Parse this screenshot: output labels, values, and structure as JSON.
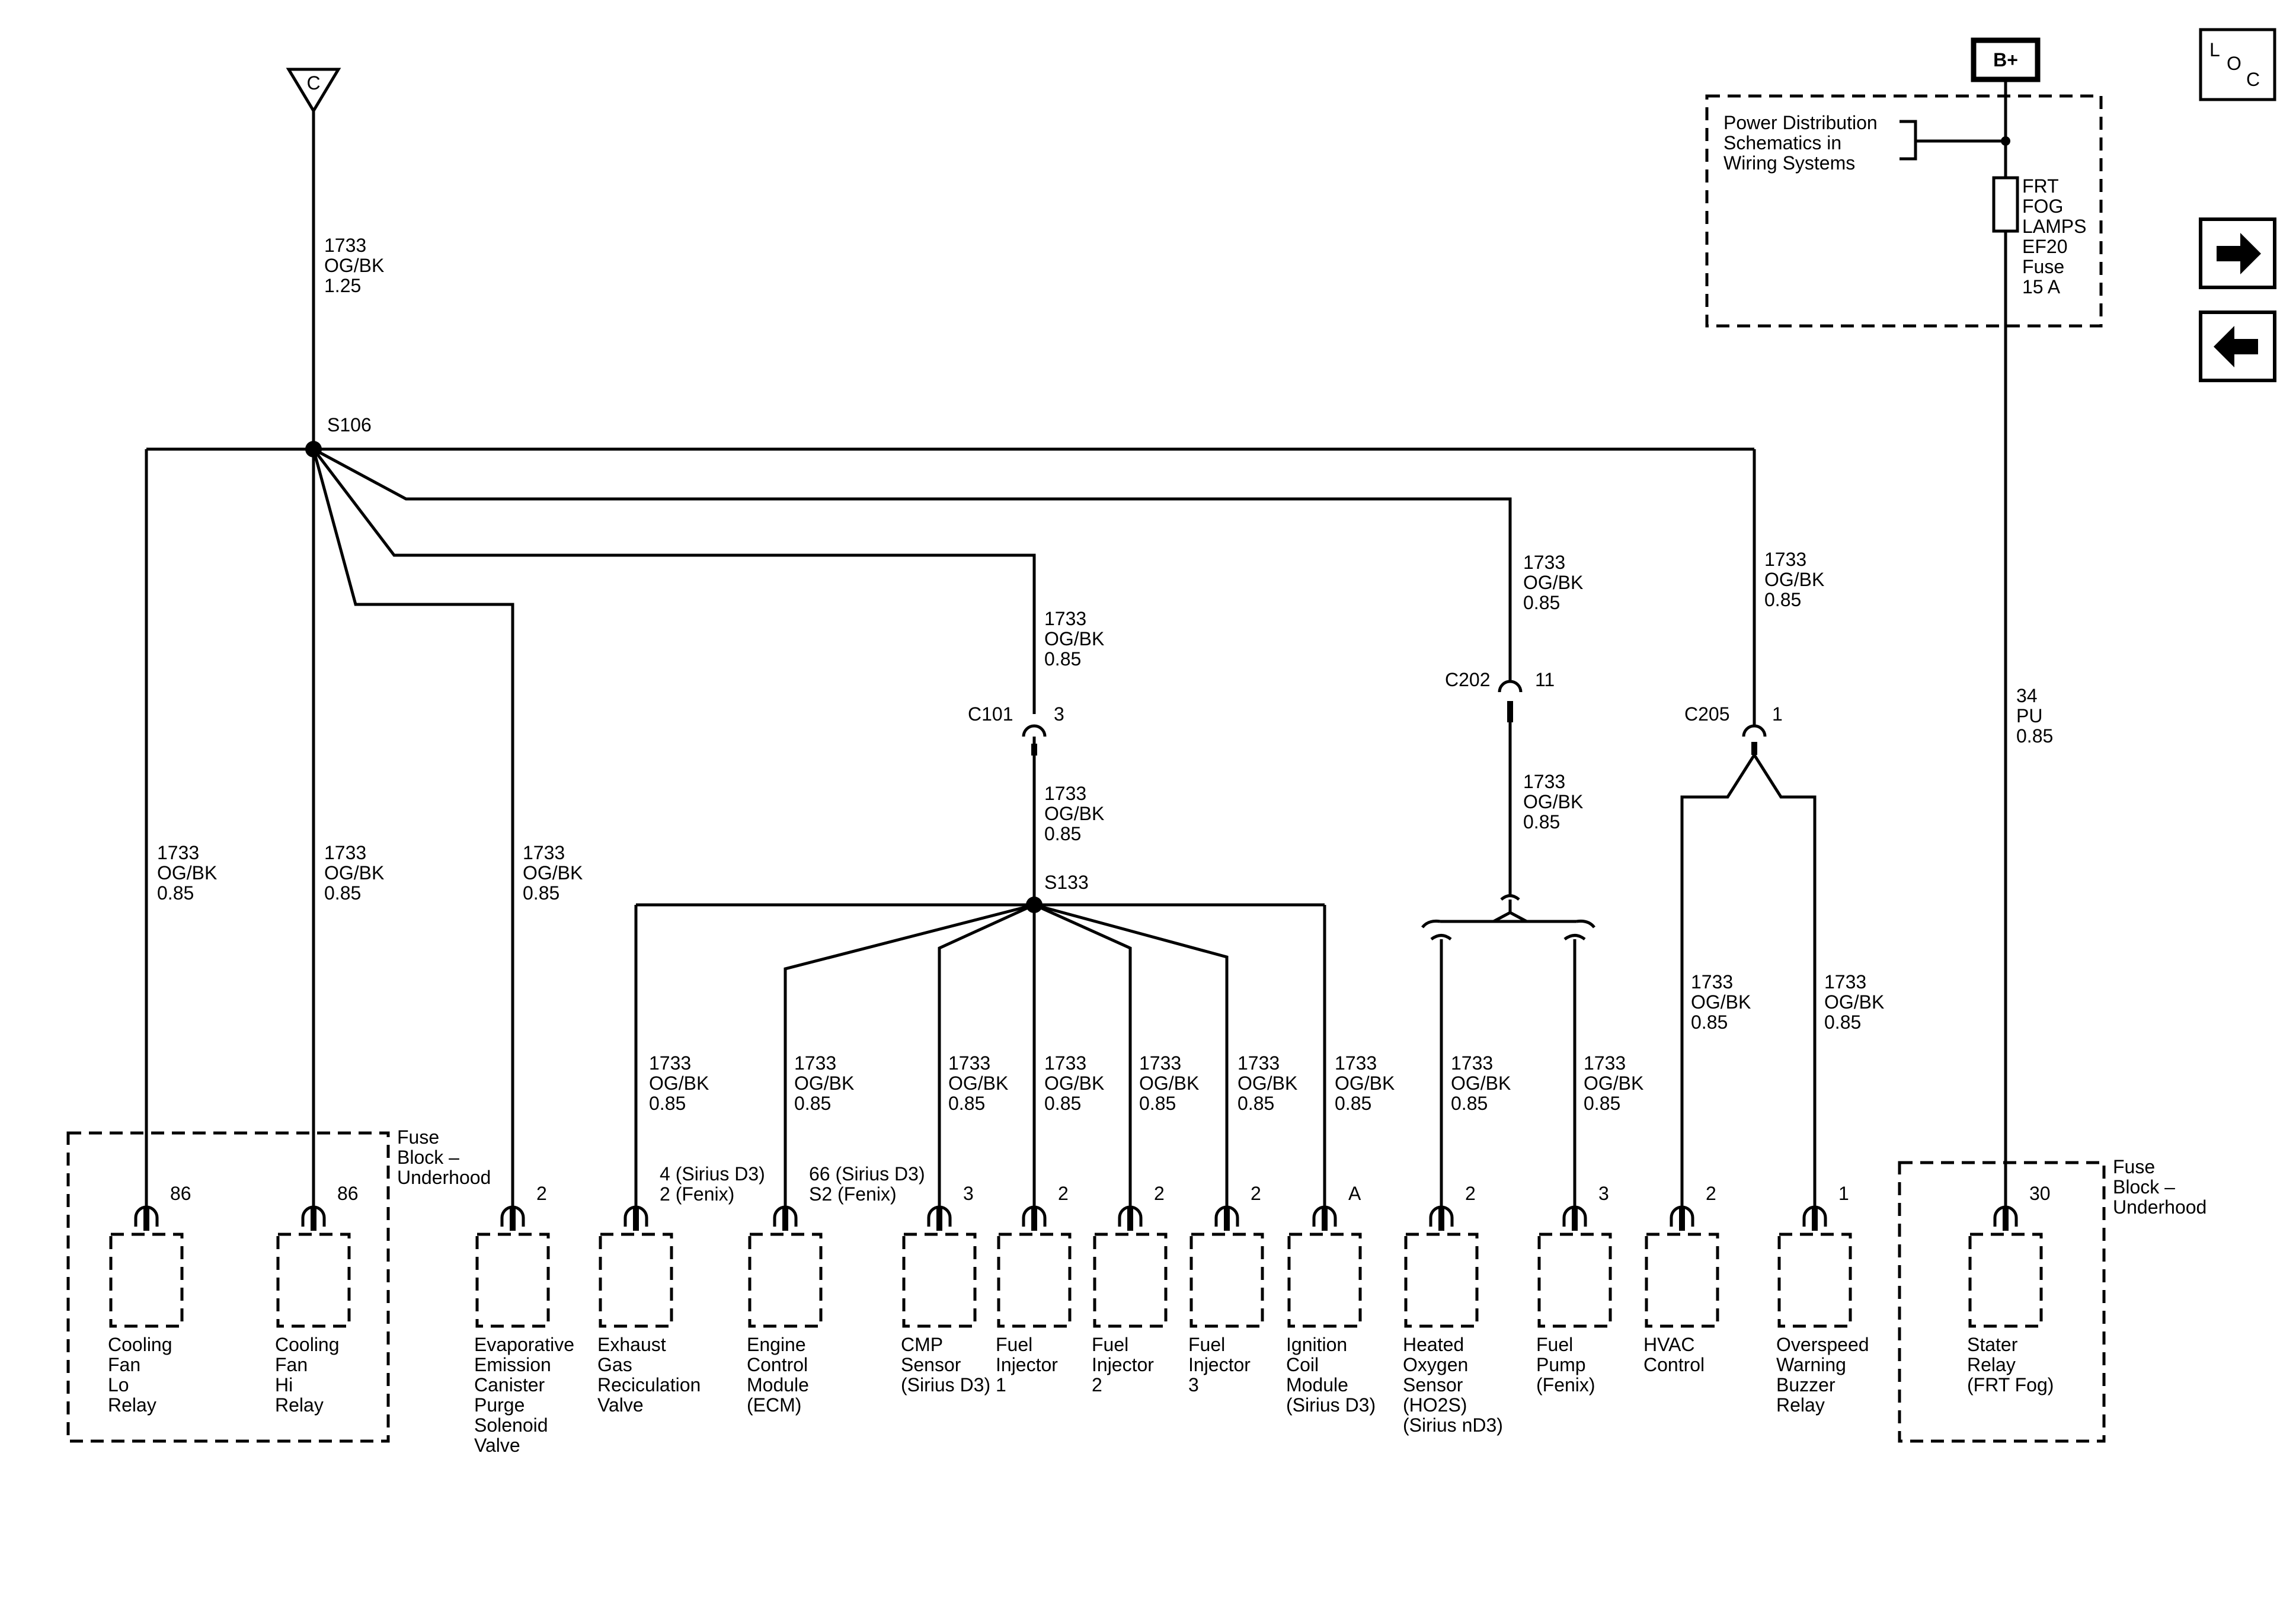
{
  "colors": {
    "ink": "#000000",
    "background": "#ffffff"
  },
  "ground_ref": "C",
  "power": {
    "label": "B+",
    "box_text": [
      "Power Distribution",
      "Schematics in",
      "Wiring Systems"
    ],
    "fuse_text": [
      "FRT",
      "FOG",
      "LAMPS",
      "EF20",
      "Fuse",
      "15 A"
    ]
  },
  "loc_icon": "LOC",
  "nav": {
    "forward_icon": "arrow-right-icon",
    "back_icon": "arrow-left-icon"
  },
  "splices": {
    "s106": "S106",
    "s133": "S133"
  },
  "connectors": {
    "c101": {
      "name": "C101",
      "pin": "3"
    },
    "c202": {
      "name": "C202",
      "pin": "11"
    },
    "c205": {
      "name": "C205",
      "pin": "1"
    }
  },
  "wire_labels": {
    "top": [
      "1733",
      "OG/BK",
      "1.25"
    ],
    "std": [
      "1733",
      "OG/BK",
      "0.85"
    ],
    "pu": [
      "34",
      "PU",
      "0.85"
    ]
  },
  "fuse_block_label": [
    "Fuse",
    "Block –",
    "Underhood"
  ],
  "components": [
    {
      "pin": "86",
      "name": [
        "Cooling",
        "Fan",
        "Lo",
        "Relay"
      ]
    },
    {
      "pin": "86",
      "name": [
        "Cooling",
        "Fan",
        "Hi",
        "Relay"
      ]
    },
    {
      "pin": "2",
      "name": [
        "Evaporative",
        "Emission",
        "Canister",
        "Purge",
        "Solenoid",
        "Valve"
      ]
    },
    {
      "pin": [
        "4 (Sirius D3)",
        "2 (Fenix)"
      ],
      "name": [
        "Exhaust",
        "Gas",
        "Reciculation",
        "Valve"
      ]
    },
    {
      "pin": [
        "66 (Sirius D3)",
        "S2 (Fenix)"
      ],
      "name": [
        "Engine",
        "Control",
        "Module",
        "(ECM)"
      ]
    },
    {
      "pin": "3",
      "name": [
        "CMP",
        "Sensor",
        "(Sirius D3)"
      ]
    },
    {
      "pin": "2",
      "name": [
        "Fuel",
        "Injector",
        "1"
      ]
    },
    {
      "pin": "2",
      "name": [
        "Fuel",
        "Injector",
        "2"
      ]
    },
    {
      "pin": "2",
      "name": [
        "Fuel",
        "Injector",
        "3"
      ]
    },
    {
      "pin": "A",
      "name": [
        "Ignition",
        "Coil",
        "Module",
        "(Sirius D3)"
      ]
    },
    {
      "pin": "2",
      "name": [
        "Heated",
        "Oxygen",
        "Sensor",
        "(HO2S)",
        "(Sirius nD3)"
      ]
    },
    {
      "pin": "3",
      "name": [
        "Fuel",
        "Pump",
        "(Fenix)"
      ]
    },
    {
      "pin": "2",
      "name": [
        "HVAC",
        "Control"
      ]
    },
    {
      "pin": "1",
      "name": [
        "Overspeed",
        "Warning",
        "Buzzer",
        "Relay"
      ]
    },
    {
      "pin": "30",
      "name": [
        "Stater",
        "Relay",
        "(FRT Fog)"
      ]
    }
  ]
}
